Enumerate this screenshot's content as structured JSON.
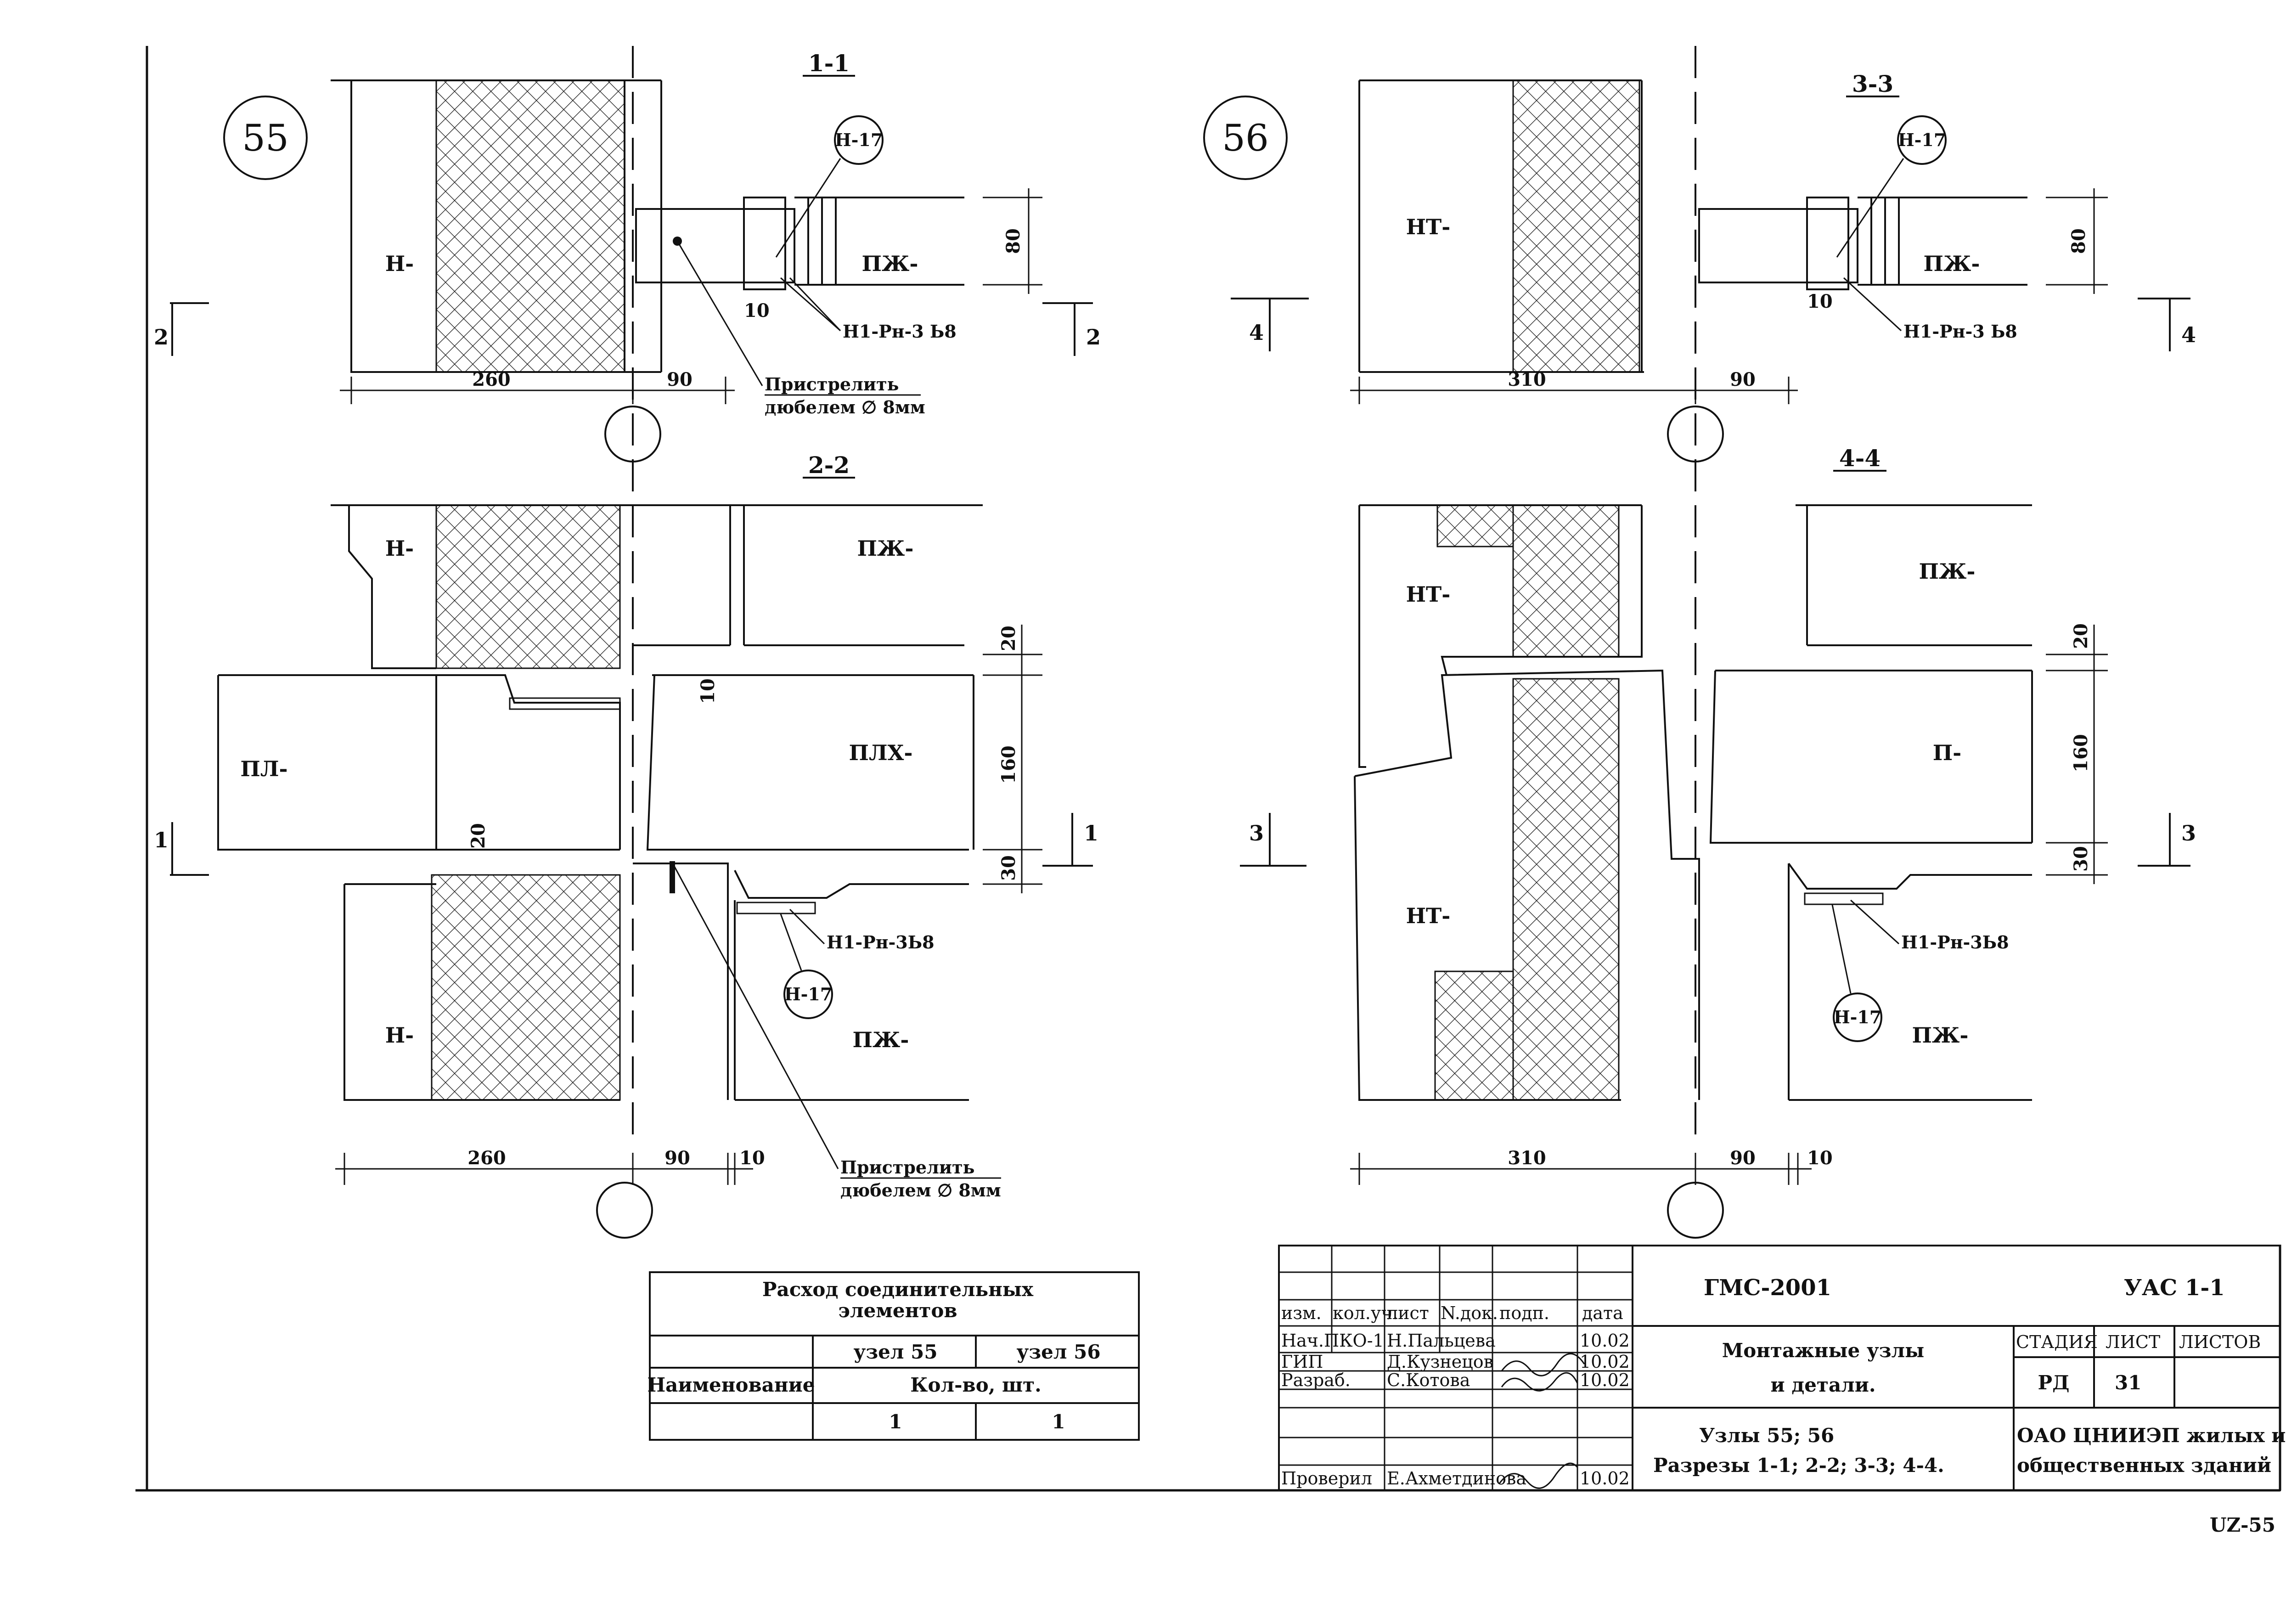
{
  "nodes": {
    "n55": "55",
    "n56": "56",
    "h17": "Н-17"
  },
  "sections": {
    "s11": "1-1",
    "s22": "2-2",
    "s33": "3-3",
    "s44": "4-4"
  },
  "cut_marks": {
    "m2": "2",
    "m1": "1",
    "m4": "4",
    "m3": "3"
  },
  "parts": {
    "n": "Н-",
    "nt": "НТ-",
    "pzh": "ПЖ-",
    "pl": "ПЛ-",
    "plh": "ПЛХ-",
    "p": "П-"
  },
  "dims": {
    "d260": "260",
    "d310": "310",
    "d90": "90",
    "d10": "10",
    "d20": "20",
    "d30": "30",
    "d80": "80",
    "d160": "160"
  },
  "notes": {
    "seal": "Н1-Рн-3 Ь8",
    "seal_b": "Н1-Рн-3Ь8",
    "shoot_1": "Пристрелить",
    "shoot_2": "дюбелем ∅ 8мм"
  },
  "consumption_table": {
    "title_1": "Расход соединительных",
    "title_2": "элементов",
    "col_node55": "узел 55",
    "col_node56": "узел 56",
    "row_name": "Наименование",
    "qty_header": "Кол-во, шт.",
    "qty_55": "1",
    "qty_56": "1"
  },
  "title_block": {
    "code": "ГМС-2001",
    "doc": "УАС 1-1",
    "h_izm": "изм.",
    "h_kol": "кол.уч.",
    "h_list": "лист",
    "h_ndok": "N.док.",
    "h_podp": "подп.",
    "h_data": "дата",
    "r1_role": "Нач.ПКО-1",
    "r1_name": "Н.Пальцева",
    "r1_date": "10.02",
    "r2_role": "ГИП",
    "r2_name": "Д.Кузнецов",
    "r2_date": "10.02",
    "r3_role": "Разраб.",
    "r3_name": "С.Котова",
    "r3_date": "10.02",
    "r4_role": "Проверил",
    "r4_name": "Е.Ахметдинова",
    "r4_date": "10.02",
    "doc_title_1": "Монтажные узлы",
    "doc_title_2": "и детали.",
    "desc_1": "Узлы 55; 56",
    "desc_2": "Разрезы 1-1; 2-2; 3-3; 4-4.",
    "h_stage": "СТАДИЯ",
    "h_sheet": "ЛИСТ",
    "h_sheets": "ЛИСТОВ",
    "stage": "РД",
    "sheet": "31",
    "org_1": "ОАО ЦНИИЭП жилых и",
    "org_2": "общественных зданий"
  },
  "corner_code": "UZ-55"
}
